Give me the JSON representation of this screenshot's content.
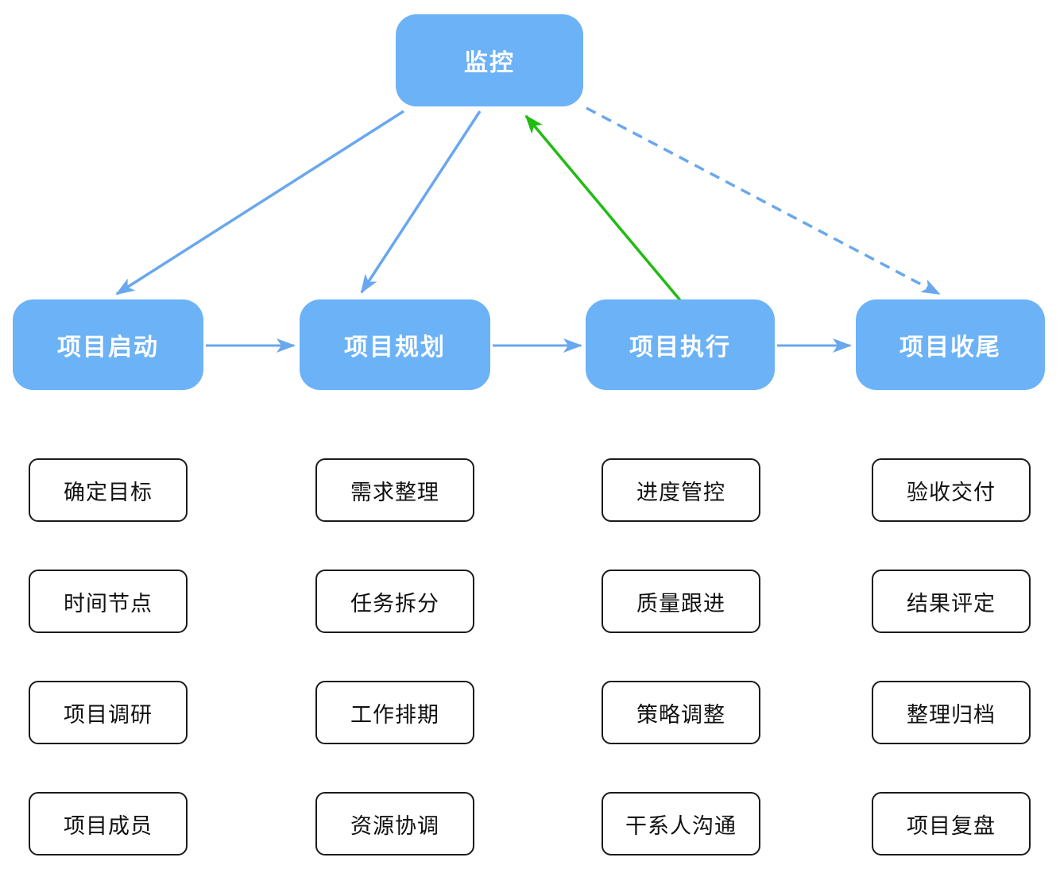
{
  "diagram": {
    "monitor": {
      "label": "监控"
    },
    "phases": [
      {
        "label": "项目启动",
        "tasks": [
          "确定目标",
          "时间节点",
          "项目调研",
          "项目成员"
        ]
      },
      {
        "label": "项目规划",
        "tasks": [
          "需求整理",
          "任务拆分",
          "工作排期",
          "资源协调"
        ]
      },
      {
        "label": "项目执行",
        "tasks": [
          "进度管控",
          "质量跟进",
          "策略调整",
          "干系人沟通"
        ]
      },
      {
        "label": "项目收尾",
        "tasks": [
          "验收交付",
          "结果评定",
          "整理归档",
          "项目复盘"
        ]
      }
    ],
    "arrows": [
      {
        "from": "监控",
        "to": "项目启动",
        "style": "solid",
        "color": "blue"
      },
      {
        "from": "监控",
        "to": "项目规划",
        "style": "solid",
        "color": "blue"
      },
      {
        "from": "项目执行",
        "to": "监控",
        "style": "solid",
        "color": "green"
      },
      {
        "from": "监控",
        "to": "项目收尾",
        "style": "dashed",
        "color": "blue"
      },
      {
        "from": "项目启动",
        "to": "项目规划",
        "style": "solid",
        "color": "blue"
      },
      {
        "from": "项目规划",
        "to": "项目执行",
        "style": "solid",
        "color": "blue"
      },
      {
        "from": "项目执行",
        "to": "项目收尾",
        "style": "solid",
        "color": "blue"
      }
    ]
  },
  "colors": {
    "node-blue": "#6CB2F7",
    "arrow-blue": "#69A7EE",
    "arrow-green": "#21BC12",
    "task-border": "#1b1b1b",
    "task-text": "#111111",
    "node-text": "#ffffff",
    "bg": "#ffffff"
  }
}
